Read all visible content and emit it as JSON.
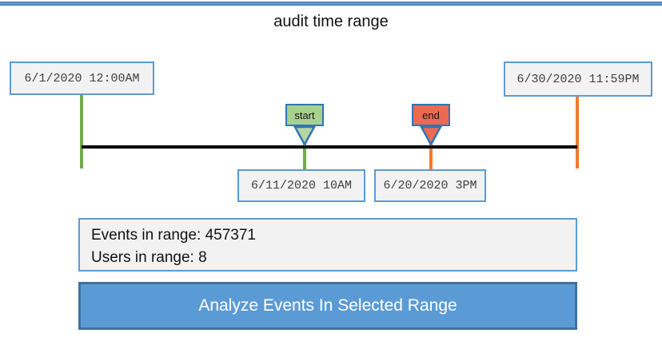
{
  "page": {
    "title": "audit time range"
  },
  "timeline": {
    "range_start": {
      "label": "6/1/2020 12:00AM"
    },
    "range_end": {
      "label": "6/30/2020 11:59PM"
    },
    "start_marker": {
      "label": "start",
      "date_label": "6/11/2020 10AM",
      "fill": "#a9d18e",
      "line_color": "#70ad47"
    },
    "end_marker": {
      "label": "end",
      "date_label": "6/20/2020 3PM",
      "fill": "#ec6a52",
      "line_color": "#ed7d31"
    },
    "axis_color": "#000000",
    "box_border_color": "#5b9bd5",
    "marker_border_color": "#2e75b6"
  },
  "summary": {
    "events_line": "Events in range: 457371",
    "users_line": "Users in range: 8"
  },
  "analyze_button": {
    "label": "Analyze Events In Selected Range",
    "fill": "#5b9bd5",
    "border": "#41719c"
  }
}
